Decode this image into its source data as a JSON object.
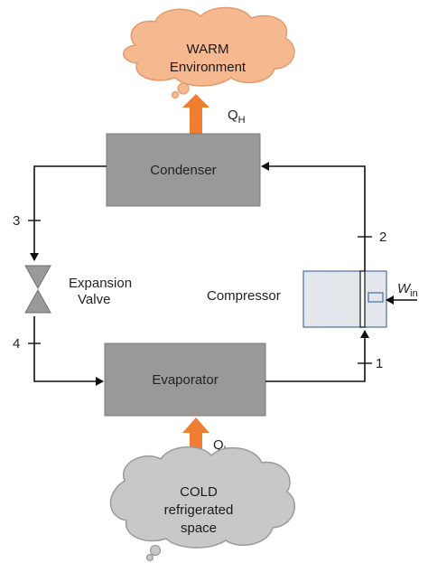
{
  "warm_cloud": {
    "line1": "WARM",
    "line2": "Environment"
  },
  "cold_cloud": {
    "line1": "COLD",
    "line2": "refrigerated",
    "line3": "space"
  },
  "heat": {
    "q_h_main": "Q",
    "q_h_sub": "H",
    "q_l_main": "Q",
    "q_l_sub": "L"
  },
  "components": {
    "condenser": "Condenser",
    "evaporator": "Evaporator",
    "compressor": "Compressor",
    "expansion_line1": "Expansion",
    "expansion_line2": "Valve"
  },
  "work": {
    "main": "W",
    "sub": "in"
  },
  "states": {
    "s1": "1",
    "s2": "2",
    "s3": "3",
    "s4": "4"
  },
  "colors": {
    "cloud_fill": "#f6b98f",
    "cold_cloud_fill": "#c8c8c8",
    "heat_arrow": "#ef7d32",
    "box_fill": "#999999",
    "compressor_fill": "#e3e6ea",
    "compressor_stroke": "#4a6fa5"
  }
}
